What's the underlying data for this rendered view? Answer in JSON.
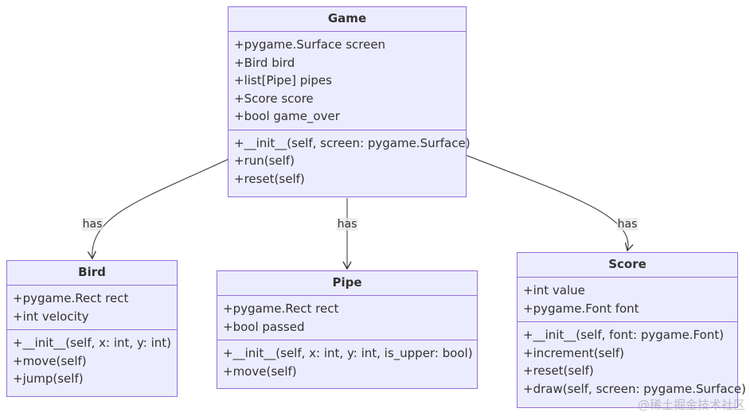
{
  "diagram": {
    "classes": {
      "game": {
        "name": "Game",
        "attributes": [
          "+pygame.Surface screen",
          "+Bird bird",
          "+list[Pipe] pipes",
          "+Score score",
          "+bool game_over"
        ],
        "methods": [
          "+__init__(self, screen: pygame.Surface)",
          "+run(self)",
          "+reset(self)"
        ]
      },
      "bird": {
        "name": "Bird",
        "attributes": [
          "+pygame.Rect rect",
          "+int velocity"
        ],
        "methods": [
          "+__init__(self, x: int, y: int)",
          "+move(self)",
          "+jump(self)"
        ]
      },
      "pipe": {
        "name": "Pipe",
        "attributes": [
          "+pygame.Rect rect",
          "+bool passed"
        ],
        "methods": [
          "+__init__(self, x: int, y: int, is_upper: bool)",
          "+move(self)"
        ]
      },
      "score": {
        "name": "Score",
        "attributes": [
          "+int value",
          "+pygame.Font font"
        ],
        "methods": [
          "+__init__(self, font: pygame.Font)",
          "+increment(self)",
          "+reset(self)",
          "+draw(self, screen: pygame.Surface)"
        ]
      }
    },
    "relations": {
      "game_bird": "has",
      "game_pipe": "has",
      "game_score": "has"
    }
  },
  "watermark": "@稀土掘金技术社区",
  "colors": {
    "box_fill": "#ECECFF",
    "box_border": "#9370DB",
    "edge": "#333333",
    "text": "#333333"
  }
}
